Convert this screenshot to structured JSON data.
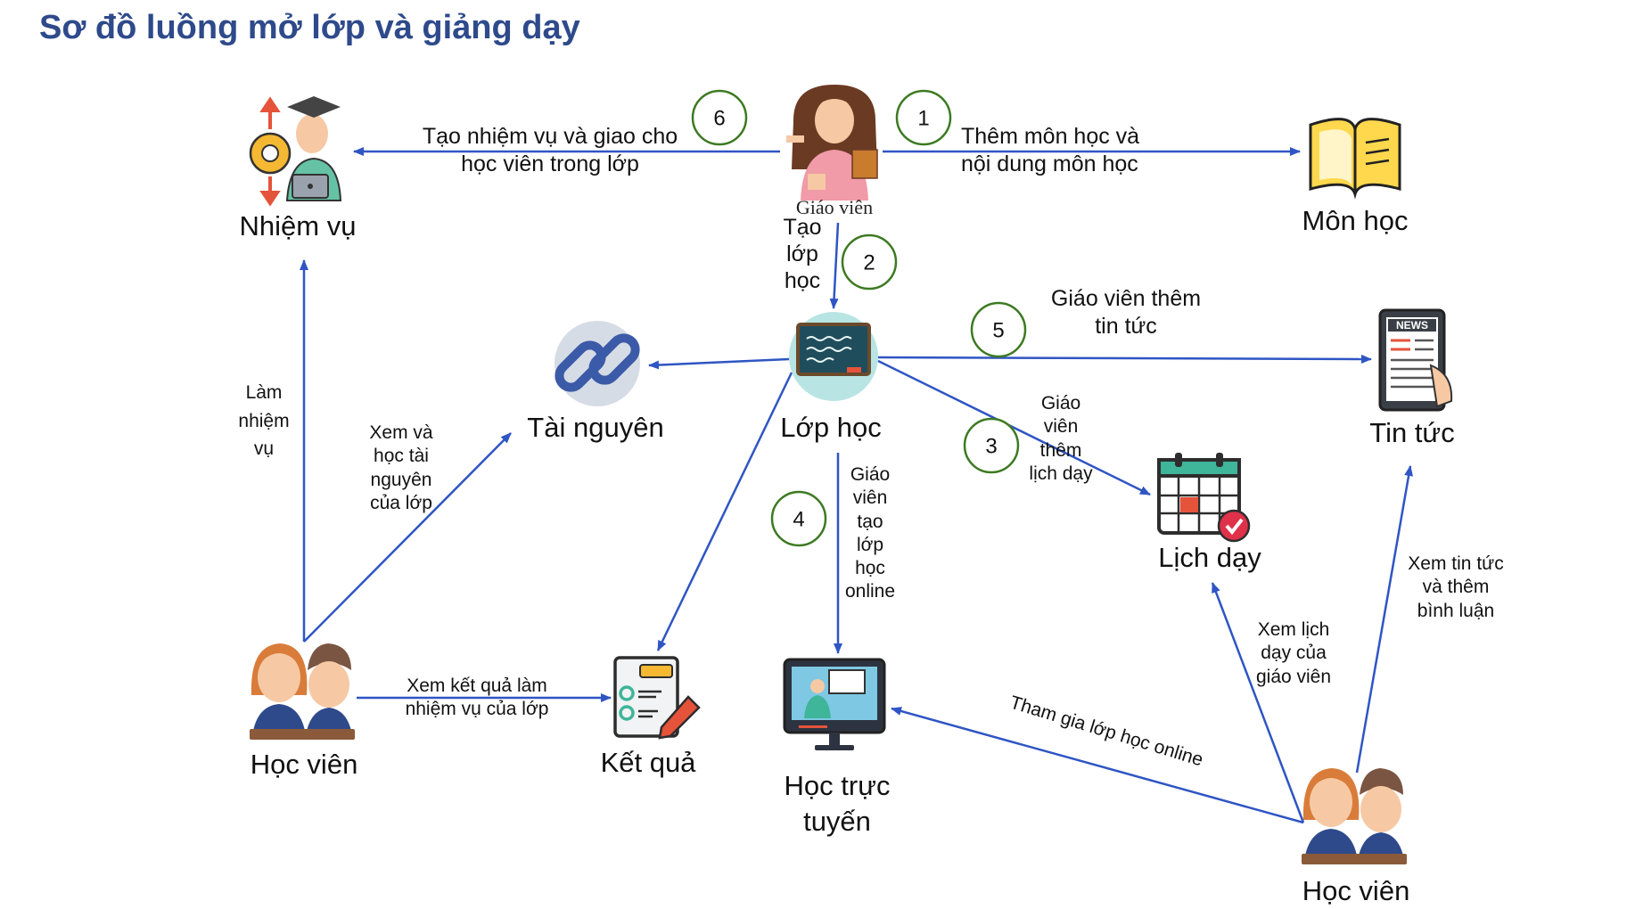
{
  "title": "Sơ đồ luồng mở lớp và giảng dạy",
  "colors": {
    "title": "#2E4A8B",
    "arrow": "#2F55C4",
    "step_circle": "#3D7A22"
  },
  "nodes": {
    "giao_vien": {
      "label": "Giáo viên",
      "icon": "teacher-icon"
    },
    "mon_hoc": {
      "label": "Môn học",
      "icon": "book-icon"
    },
    "nhiem_vu": {
      "label": "Nhiệm vụ",
      "icon": "task-student-icon"
    },
    "lop_hoc": {
      "label": "Lớp học",
      "icon": "chalkboard-icon"
    },
    "tai_nguyen": {
      "label": "Tài nguyên",
      "icon": "link-icon"
    },
    "tin_tuc": {
      "label": "Tin tức",
      "icon": "news-tablet-icon"
    },
    "lich_day": {
      "label": "Lịch dạy",
      "icon": "calendar-icon"
    },
    "hoc_vien_left": {
      "label": "Học viên",
      "icon": "students-icon"
    },
    "ket_qua": {
      "label": "Kết quả",
      "icon": "checklist-icon"
    },
    "hoc_truc_tuyen": {
      "label": "Học trực\ntuyến",
      "icon": "online-class-icon"
    },
    "hoc_vien_right": {
      "label": "Học viên",
      "icon": "students-icon"
    }
  },
  "steps": [
    "1",
    "2",
    "3",
    "4",
    "5",
    "6"
  ],
  "edges": {
    "e1": "Thêm môn học và\nnội dung môn học",
    "e2": "Tạo\nlớp\nhọc",
    "e3": "Giáo\nviên\nthêm\nlịch dạy",
    "e4": "Giáo\nviên\ntạo\nlớp\nhọc\nonline",
    "e5": "Giáo viên thêm\ntin tức",
    "e6": "Tạo nhiệm vụ và giao cho\nhọc viên trong lớp",
    "lam_nhiem_vu": "Làm\nnhiệm\nvụ",
    "xem_tai_nguyen": "Xem và\nhọc tài\nnguyên\ncủa lớp",
    "xem_ket_qua": "Xem kết quả làm\nnhiệm vụ của lớp",
    "tham_gia": "Tham gia lớp học online",
    "xem_lich": "Xem lịch\ndạy của\ngiáo viên",
    "xem_tin": "Xem tin tức\nvà thêm\nbình luận"
  }
}
